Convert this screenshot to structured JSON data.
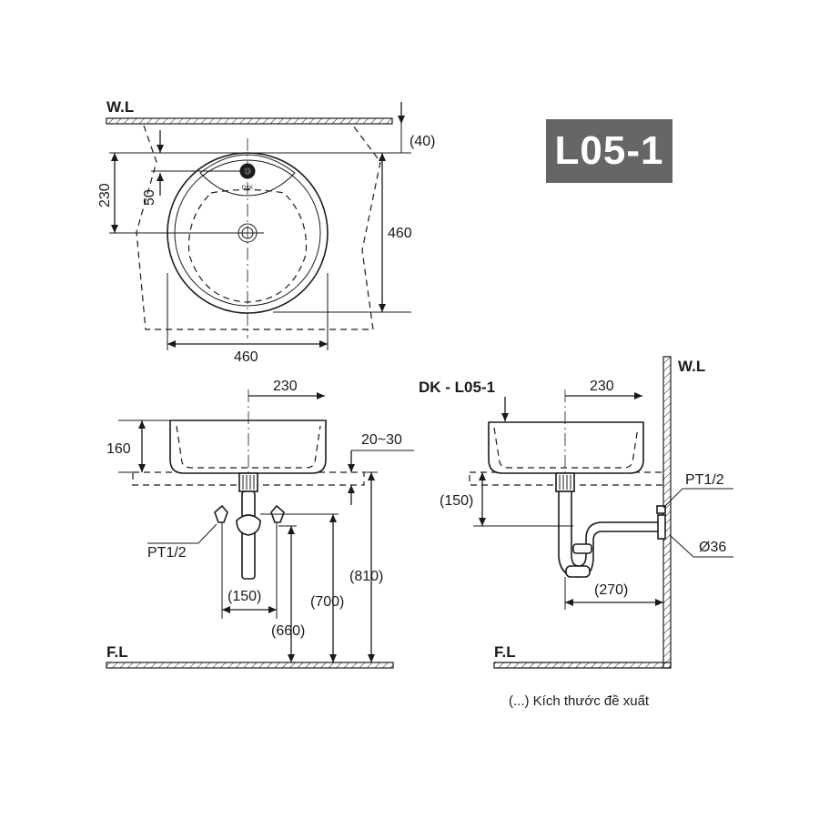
{
  "model_badge": "L05-1",
  "labels": {
    "wall_level_top": "W.L",
    "wall_level_side": "W.L",
    "floor_level_front": "F.L",
    "floor_level_side": "F.L",
    "brand_mark": "D&K",
    "model_callout": "DK - L05-1",
    "pt_front": "PT1/2",
    "pt_side": "PT1/2",
    "drain_diameter": "Ø36"
  },
  "dimensions": {
    "top_gap": "(40)",
    "top_overflow_offset": "230",
    "top_overflow_small": "50",
    "top_depth": "460",
    "top_width": "460",
    "front_half_width": "230",
    "front_height": "160",
    "counter_thickness": "20~30",
    "front_valve_spacing": "(150)",
    "front_valve_height": "(660)",
    "front_drain_height": "(700)",
    "front_total_height": "(810)",
    "side_half_width": "230",
    "side_trap_depth": "(150)",
    "side_wall_offset": "(270)"
  },
  "footnote": "(...) Kích thước đề xuất"
}
